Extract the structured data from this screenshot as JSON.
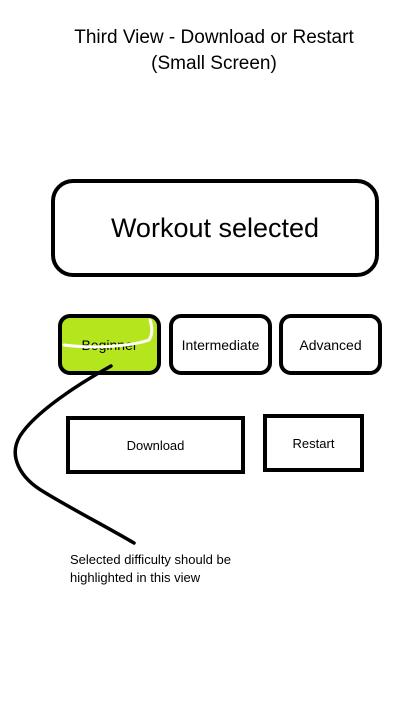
{
  "title": {
    "line1": "Third View - Download or Restart",
    "line2": "(Small Screen)"
  },
  "workout_box": {
    "label": "Workout selected"
  },
  "difficulty": {
    "selected": "Beginner",
    "highlight_color": "#b5e61d",
    "options": [
      "Beginner",
      "Intermediate",
      "Advanced"
    ]
  },
  "actions": {
    "download_label": "Download",
    "restart_label": "Restart"
  },
  "annotation": {
    "line1": "Selected difficulty should be",
    "line2": "highlighted in this view"
  }
}
